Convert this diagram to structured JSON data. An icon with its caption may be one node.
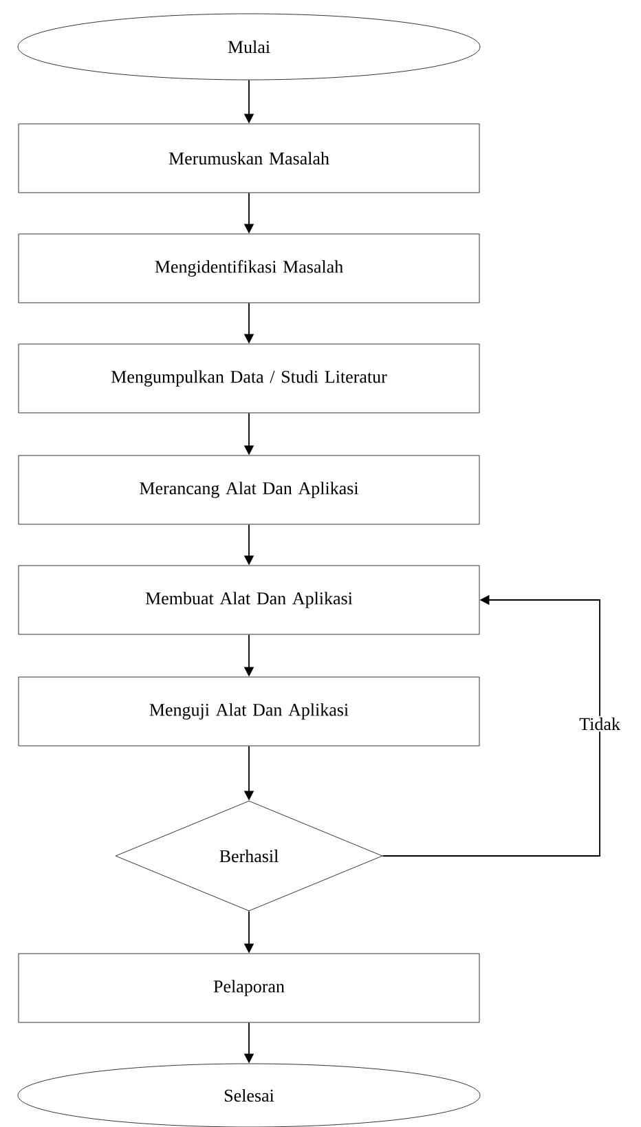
{
  "diagram": {
    "nodes": [
      {
        "text": [
          "Mulai"
        ]
      },
      {
        "text": [
          "Merumuskan Masalah"
        ]
      },
      {
        "text": [
          "Mengidentifikasi Masalah"
        ]
      },
      {
        "text": [
          "Mengumpulkan Data / Studi Literatur"
        ]
      },
      {
        "text": [
          "Merancang Alat Dan Aplikasi"
        ]
      },
      {
        "text": [
          "Membuat Alat Dan Aplikasi"
        ]
      },
      {
        "text": [
          "Menguji Alat Dan Aplikasi"
        ]
      },
      {
        "text": [
          "Berhasil"
        ]
      },
      {
        "text": [
          "Pelaporan"
        ]
      },
      {
        "text": [
          "Selesai"
        ]
      }
    ],
    "edges": [
      {
        "from": 0,
        "to": 1,
        "arrow": "to"
      },
      {
        "from": 1,
        "to": 2,
        "arrow": "to"
      },
      {
        "from": 2,
        "to": 3,
        "arrow": "to"
      },
      {
        "from": 3,
        "to": 4,
        "arrow": "to"
      },
      {
        "from": 4,
        "to": 5,
        "arrow": "to"
      },
      {
        "from": 5,
        "to": 6,
        "arrow": "to"
      },
      {
        "from": 6,
        "to": 7,
        "arrow": "to"
      },
      {
        "from": 7,
        "to": 8,
        "arrow": "to"
      },
      {
        "from": 8,
        "to": 9,
        "arrow": "to"
      },
      {
        "from": 7,
        "to": 5,
        "arrow": "to",
        "label": "Tidak"
      }
    ]
  }
}
